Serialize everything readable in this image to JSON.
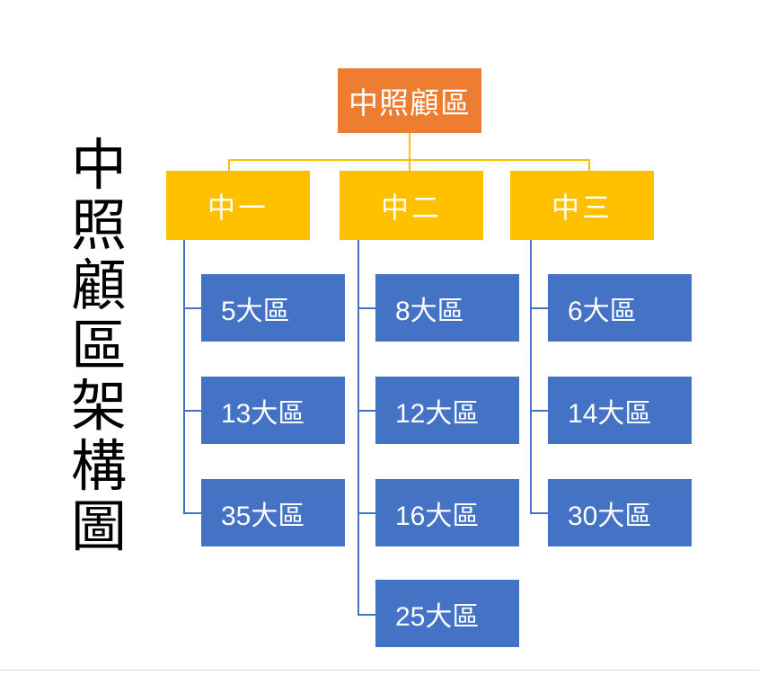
{
  "title": {
    "text": "中照顧區架構圖",
    "orientation": "vertical"
  },
  "colors": {
    "root": "#ED7D31",
    "branch": "#FFC000",
    "leaf": "#4472C4",
    "branch_connector": "#FFC000",
    "leaf_connector": "#4472C4",
    "text_on_box": "#FFFFFF",
    "title_text": "#000000",
    "background": "#FFFFFF",
    "footer_rule": "#D9D9D9"
  },
  "chart_data": {
    "type": "diagram",
    "diagram_type": "organization-chart",
    "title": "中照顧區架構圖",
    "levels": 3,
    "root": {
      "label": "中照顧區",
      "color": "#ED7D31"
    },
    "branches": [
      {
        "label": "中一",
        "color": "#FFC000",
        "children": [
          {
            "label": "5大區",
            "count": 5,
            "unit": "大區",
            "color": "#4472C4"
          },
          {
            "label": "13大區",
            "count": 13,
            "unit": "大區",
            "color": "#4472C4"
          },
          {
            "label": "35大區",
            "count": 35,
            "unit": "大區",
            "color": "#4472C4"
          }
        ]
      },
      {
        "label": "中二",
        "color": "#FFC000",
        "children": [
          {
            "label": "8大區",
            "count": 8,
            "unit": "大區",
            "color": "#4472C4"
          },
          {
            "label": "12大區",
            "count": 12,
            "unit": "大區",
            "color": "#4472C4"
          },
          {
            "label": "16大區",
            "count": 16,
            "unit": "大區",
            "color": "#4472C4"
          },
          {
            "label": "25大區",
            "count": 25,
            "unit": "大區",
            "color": "#4472C4"
          }
        ]
      },
      {
        "label": "中三",
        "color": "#FFC000",
        "children": [
          {
            "label": "6大區",
            "count": 6,
            "unit": "大區",
            "color": "#4472C4"
          },
          {
            "label": "14大區",
            "count": 14,
            "unit": "大區",
            "color": "#4472C4"
          },
          {
            "label": "30大區",
            "count": 30,
            "unit": "大區",
            "color": "#4472C4"
          }
        ]
      }
    ]
  }
}
